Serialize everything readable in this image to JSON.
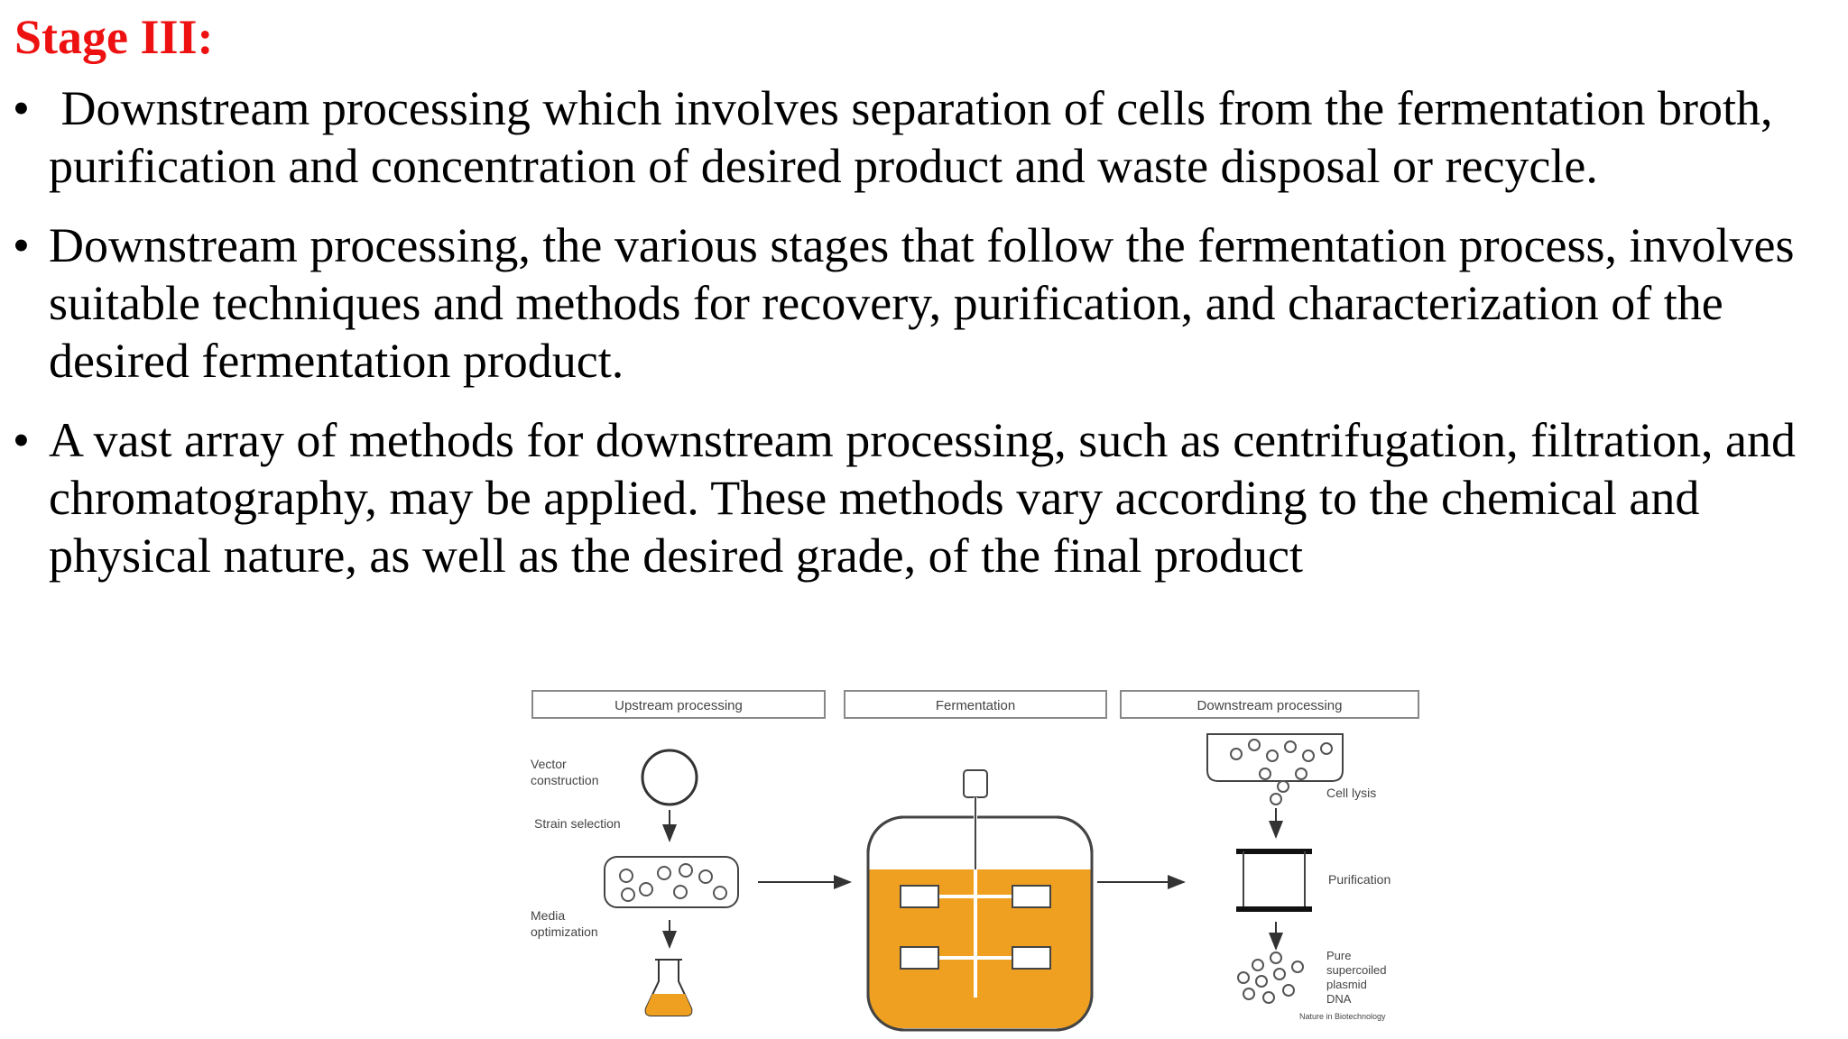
{
  "slide": {
    "title": "Stage III:",
    "bullets": [
      " Downstream processing which involves separation of cells from the fermentation broth, purification and concentration of desired product and waste disposal or recycle.",
      "Downstream processing, the various stages that follow the fermentation process, involves suitable techniques and methods for recovery, purification, and characterization of the desired fermentation product.",
      "A vast array of methods for downstream processing, such as centrifugation, filtration, and chromatography, may be applied. These methods vary according to the chemical and physical nature, as well as the desired grade, of the final product"
    ],
    "bullet_glyph": "•"
  },
  "figure": {
    "headers": {
      "upstream": "Upstream processing",
      "fermentation": "Fermentation",
      "downstream": "Downstream processing"
    },
    "upstream_labels": {
      "vector_1": "Vector",
      "vector_2": "construction",
      "strain": "Strain selection",
      "media_1": "Media",
      "media_2": "optimization"
    },
    "downstream_labels": {
      "lysis": "Cell lysis",
      "purification": "Purification",
      "pure_1": "Pure",
      "pure_2": "supercoiled",
      "pure_3": "plasmid",
      "pure_4": "DNA",
      "credit": "Nature in Biotechnology"
    },
    "colors": {
      "broth": "#f0a020",
      "line": "#333333",
      "box": "#888888",
      "title_red": "#ee1111"
    }
  }
}
